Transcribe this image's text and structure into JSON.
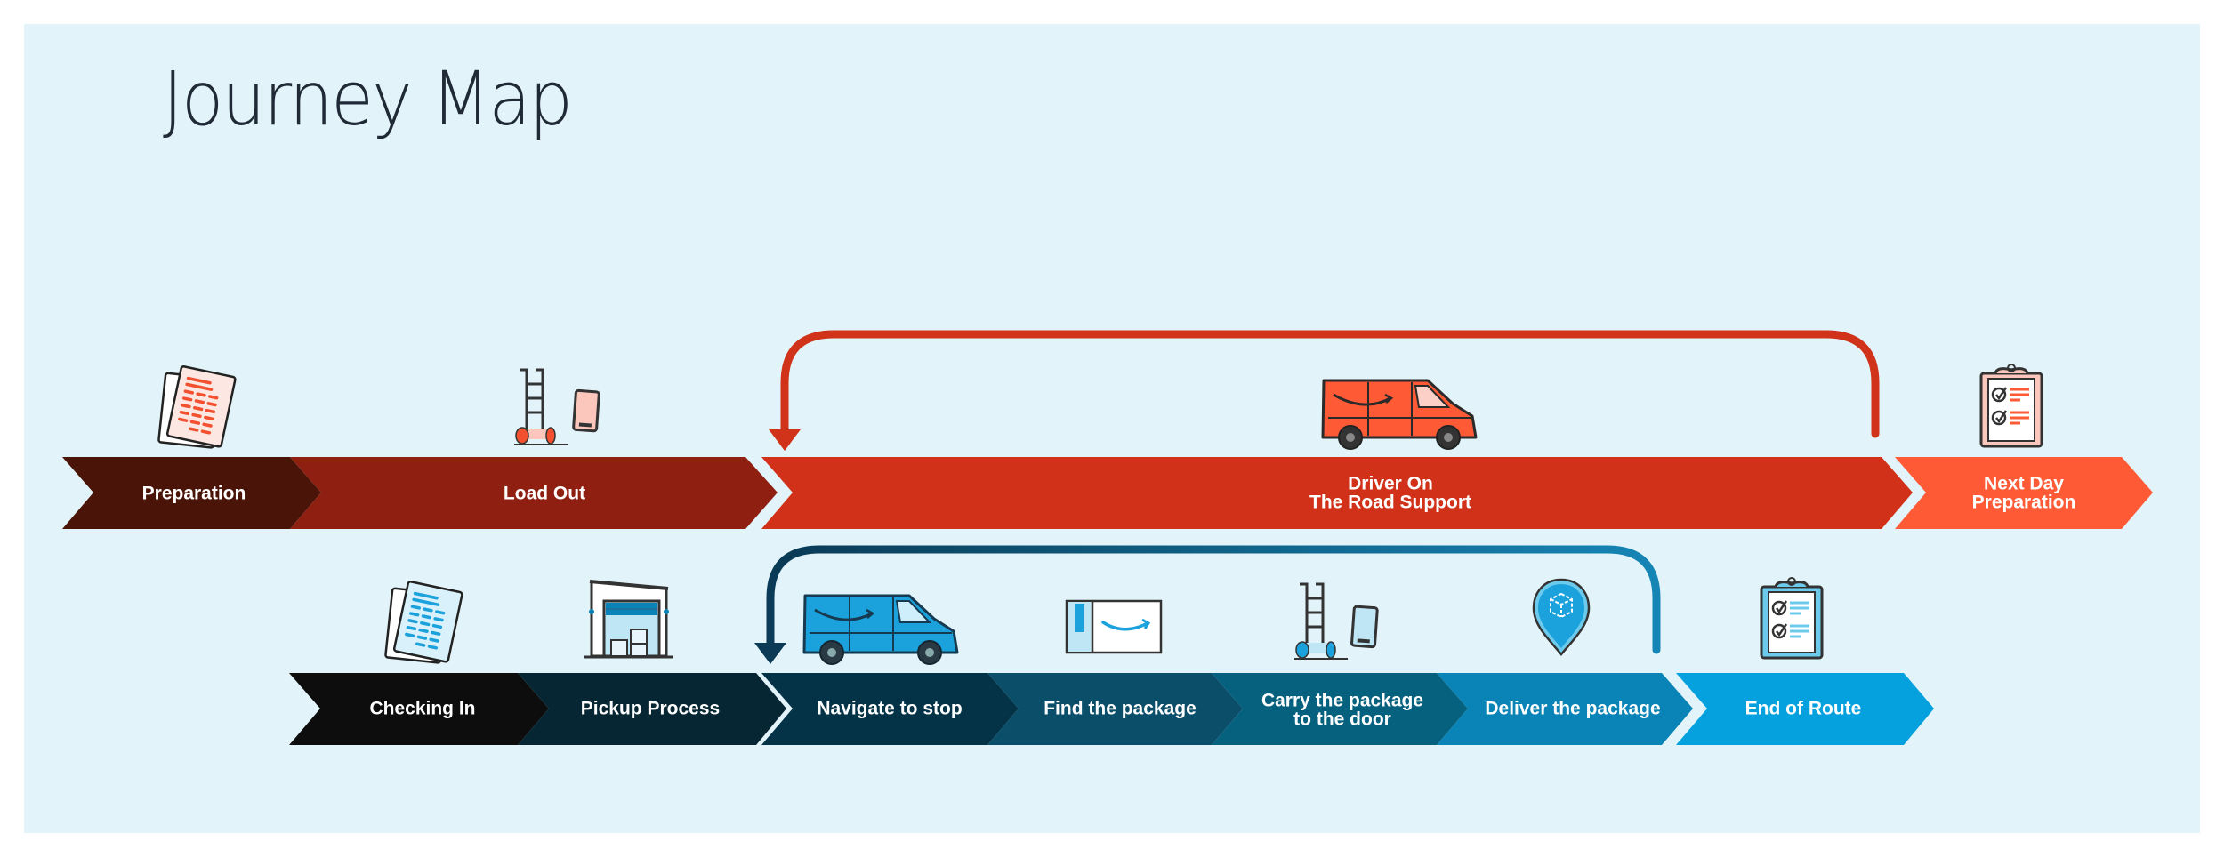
{
  "title": "Journey Map",
  "colors": {
    "background": "#e2f4f9",
    "red_loop_arrow": "#d0321a",
    "blue_loop_arrow_start": "#0a3a55",
    "blue_loop_arrow_end": "#1585b5"
  },
  "top_track": {
    "stages": [
      {
        "label": "Preparation",
        "color": "#4a1508",
        "icon": "documents-icon"
      },
      {
        "label": "Load Out",
        "color": "#8f1f11",
        "icon": "hand-truck-and-phone-icon"
      },
      {
        "label_lines": [
          "Driver On",
          "The Road Support"
        ],
        "color": "#d13118",
        "icon": "delivery-van-icon"
      },
      {
        "label_lines": [
          "Next Day",
          "Preparation"
        ],
        "color": "#fe5a36",
        "icon": "checklist-clipboard-icon"
      }
    ],
    "loop_arrow": {
      "from": "Driver On The Road Support (end)",
      "to": "Driver On The Road Support (start)"
    }
  },
  "bottom_track": {
    "stages": [
      {
        "label": "Checking In",
        "color": "#0d0d0d",
        "icon": "documents-icon"
      },
      {
        "label": "Pickup Process",
        "color": "#062633",
        "icon": "warehouse-icon"
      },
      {
        "label": "Navigate to stop",
        "color": "#043246",
        "icon": "delivery-van-icon"
      },
      {
        "label": "Find the package",
        "color": "#0b4e6a",
        "icon": "package-box-icon"
      },
      {
        "label_lines": [
          "Carry the package",
          "to the door"
        ],
        "color": "#06617f",
        "icon": "hand-truck-and-phone-icon"
      },
      {
        "label": "Deliver the package",
        "color": "#0a84b6",
        "icon": "location-pin-package-icon"
      },
      {
        "label": "End of Route",
        "color": "#04a1de",
        "icon": "checklist-clipboard-icon"
      }
    ],
    "loop_arrow": {
      "from": "Deliver the package",
      "to": "Navigate to stop"
    }
  }
}
